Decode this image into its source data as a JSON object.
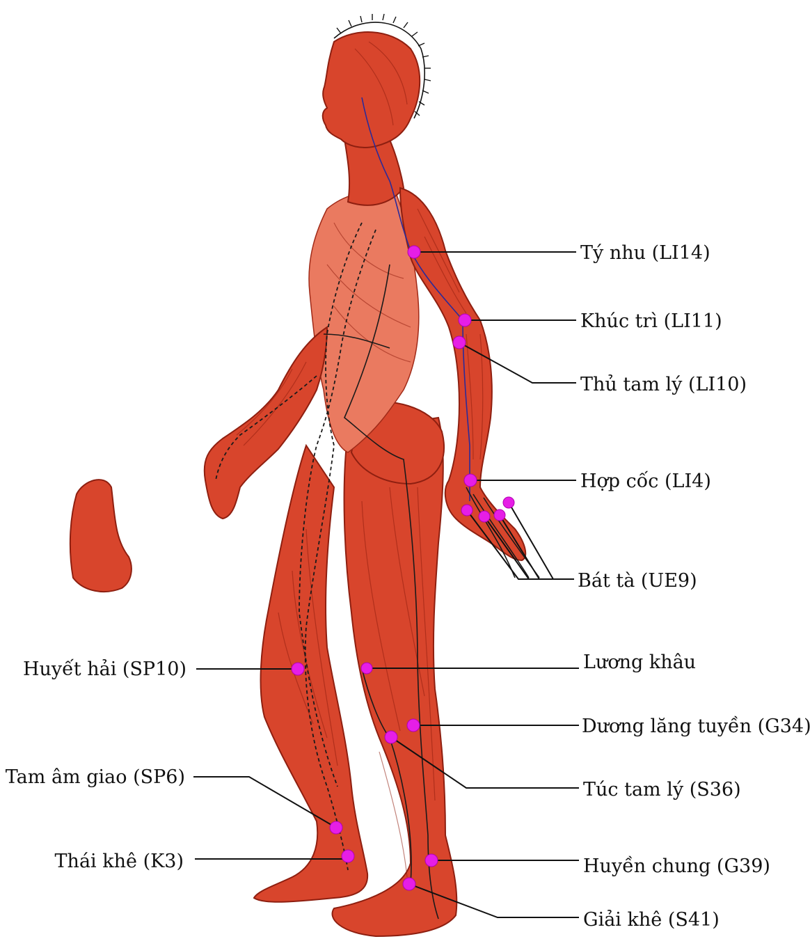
{
  "labels": {
    "ty_nhu": "Tý nhu (LI14)",
    "khuc_tri": "Khúc trì (LI11)",
    "thu_tam_ly": "Thủ tam lý (LI10)",
    "hop_coc": "Hợp cốc (LI4)",
    "bat_ta": "Bát tà (UE9)",
    "luong_khau": "Lương khâu",
    "duong_lang_tuyen": "Dương lăng tuyền (G34)",
    "tuc_tam_ly": "Túc tam lý (S36)",
    "huyen_chung": "Huyền chung (G39)",
    "giai_khe": "Giải khê (S41)",
    "huyet_hai": "Huyết hải (SP10)",
    "tam_am_giao": "Tam âm giao (SP6)",
    "thai_khe": "Thái khê (K3)"
  },
  "colors": {
    "acupoint": "#e61ee6",
    "muscle": "#d8452c",
    "leader_line": "#111111"
  }
}
